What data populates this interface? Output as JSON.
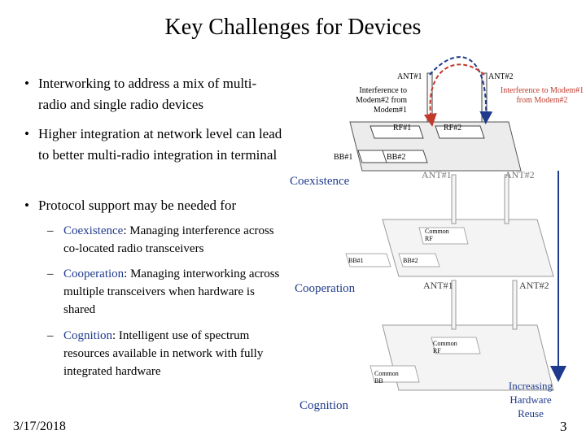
{
  "title": "Key Challenges for Devices",
  "bullets": [
    {
      "text": "Interworking to address a mix of multi-radio and single radio devices"
    },
    {
      "text": "Higher integration at network level can lead to better multi-radio integration in terminal"
    },
    {
      "text": "Protocol support may be needed for"
    }
  ],
  "sub_bullets": [
    {
      "term": "Coexistence",
      "rest": ": Managing interference across co-located radio transceivers"
    },
    {
      "term": "Cooperation",
      "rest": ": Managing interworking across multiple transceivers when hardware is shared"
    },
    {
      "term": "Cognition",
      "rest": ": Intelligent use of spectrum resources available in network with fully integrated hardware"
    }
  ],
  "diagram": {
    "coexistence": {
      "label": "Coexistence",
      "ant1": "ANT#1",
      "ant2": "ANT#2",
      "interf1": "Interference to Modem#2 from Modem#1",
      "interf2": "Interference to Modem#1 from Modem#2",
      "rf1": "RF#1",
      "rf2": "RF#2",
      "bb1": "BB#1",
      "bb2": "BB#2"
    },
    "cooperation": {
      "label": "Cooperation",
      "ant1": "ANT#1",
      "ant2": "ANT#2",
      "common_rf": "Common RF",
      "bb1": "BB#1",
      "bb2": "BB#2"
    },
    "cognition": {
      "label": "Cognition",
      "ant1": "ANT#1",
      "ant2": "ANT#2",
      "common_rf": "Common RF",
      "common_bb": "Common BB"
    },
    "arrow_label": "Increasing Hardware Reuse"
  },
  "footer": {
    "date": "3/17/2018",
    "page": "3"
  },
  "colors": {
    "accent_blue": "#1f3a8c",
    "interference_red": "#c0392b",
    "arrow_blue": "#1f3a8c"
  }
}
